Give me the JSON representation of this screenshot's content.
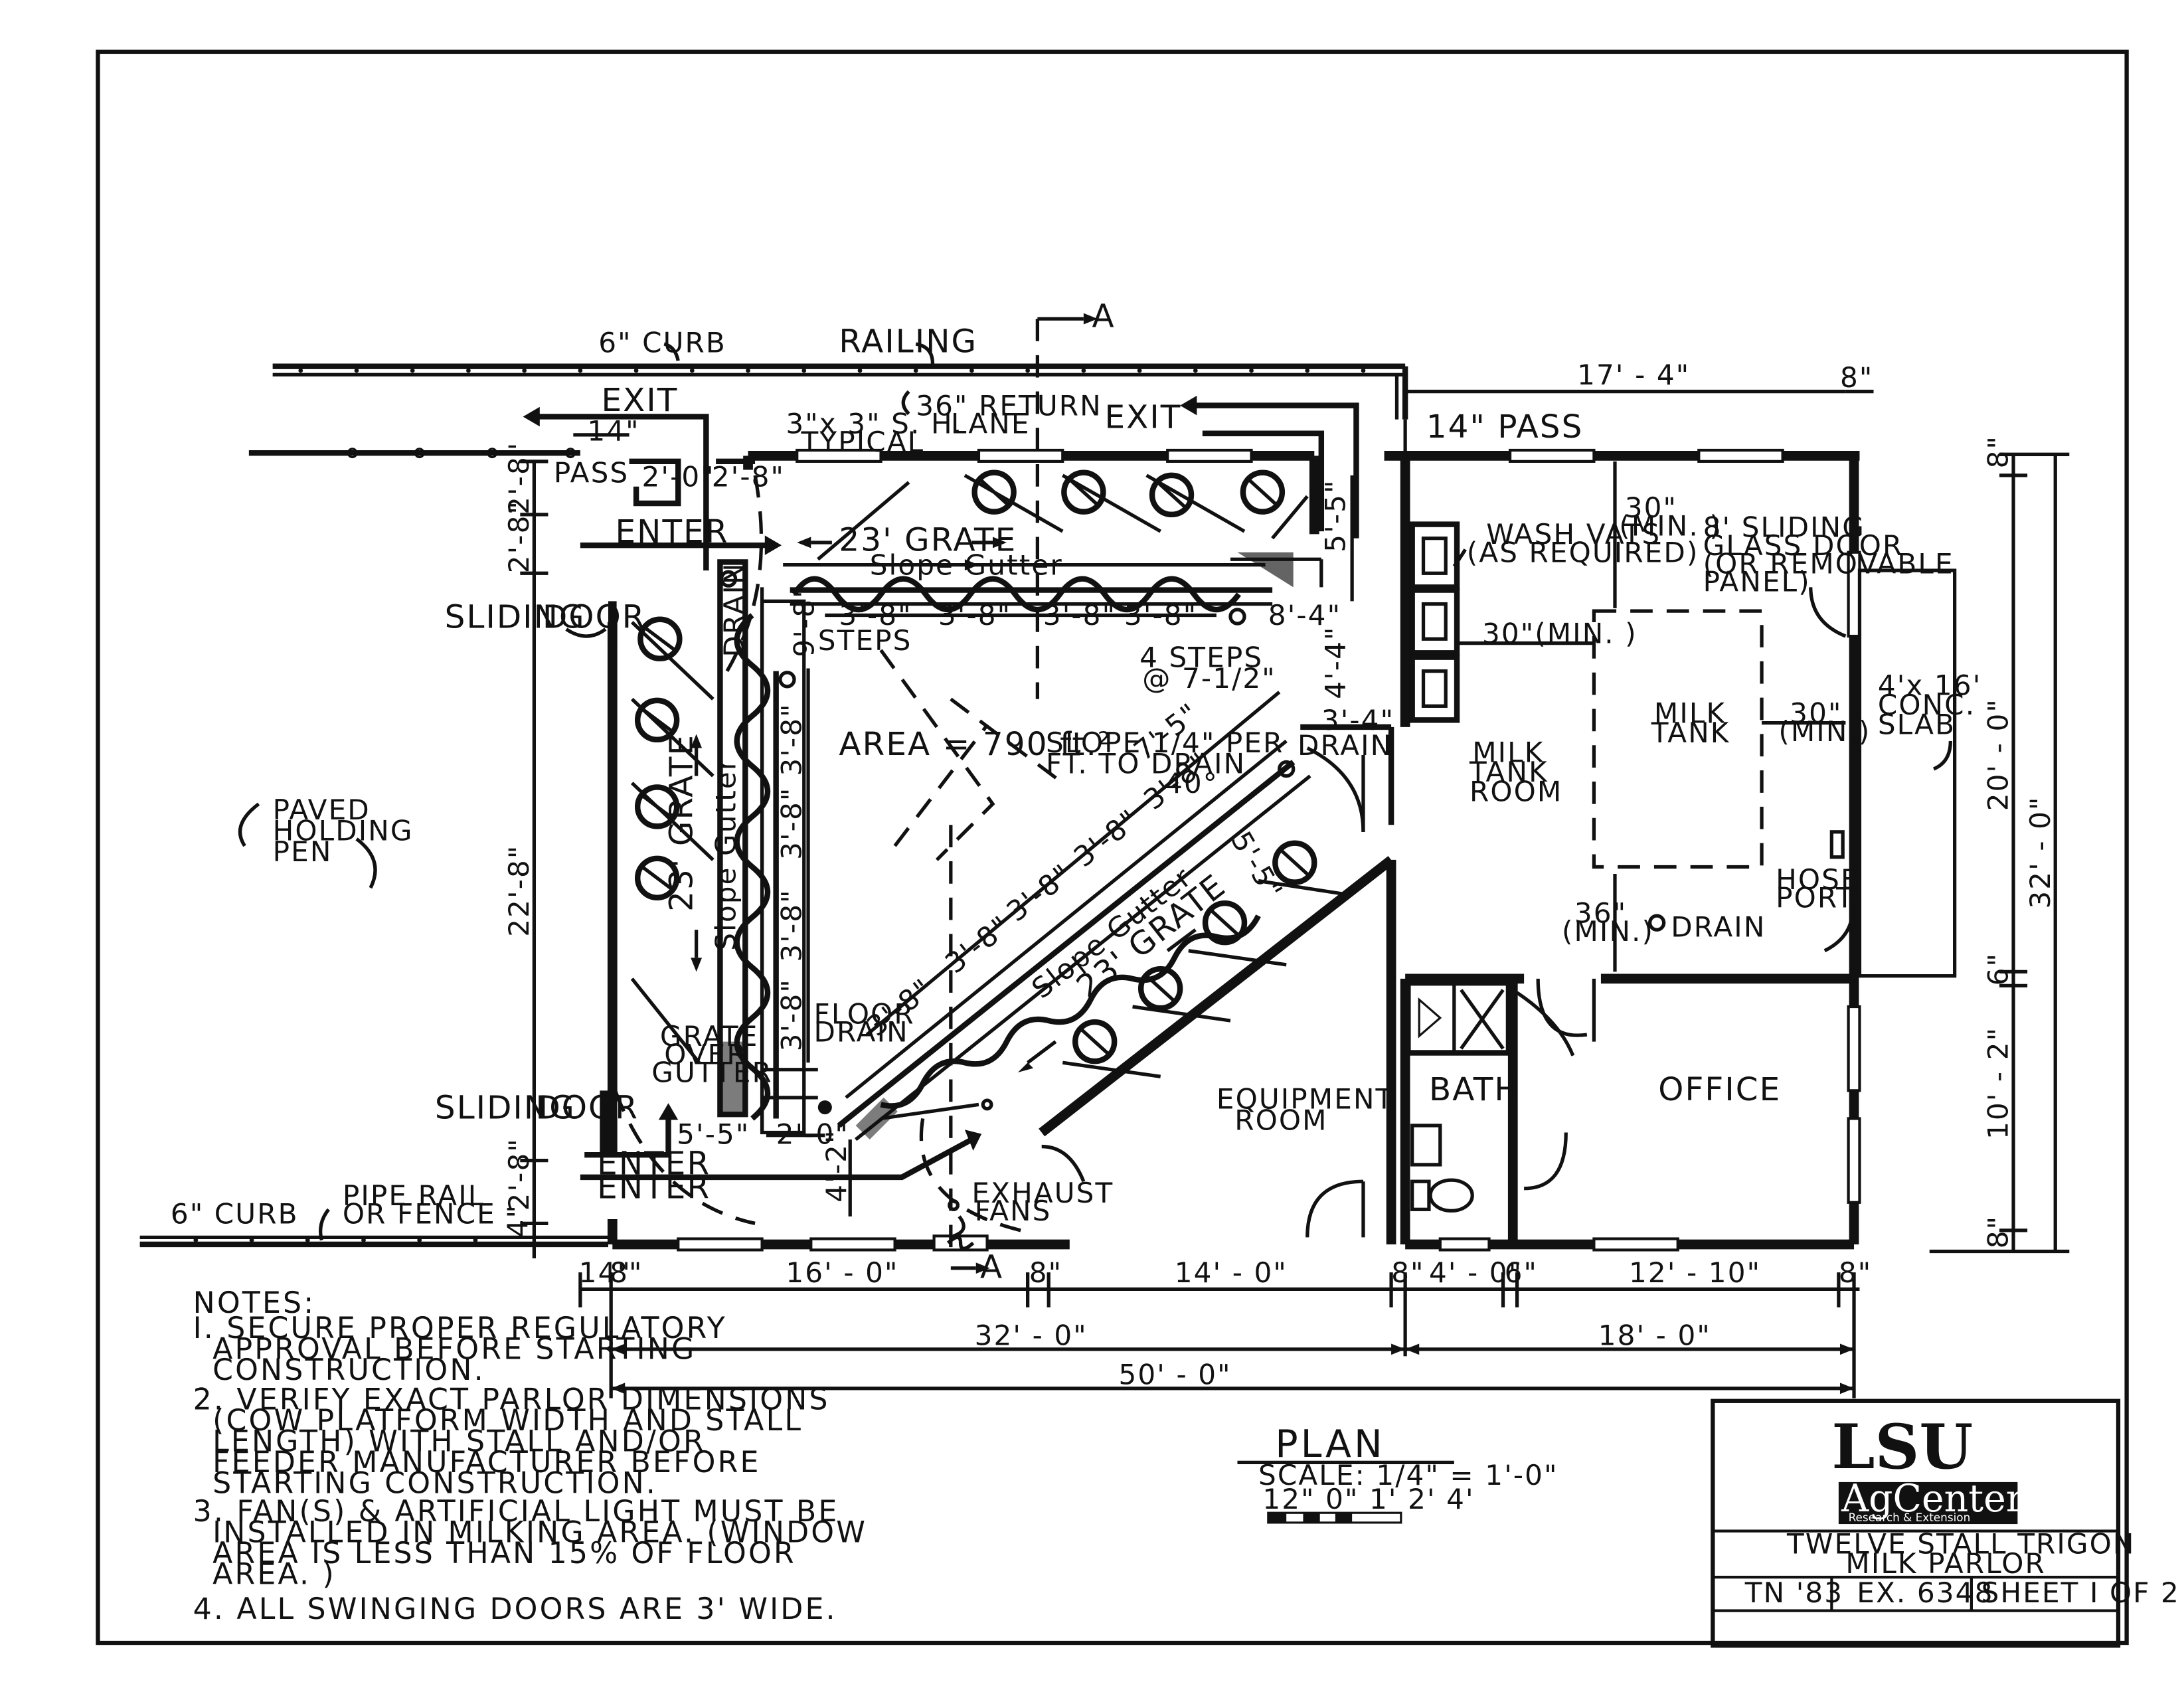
{
  "rooms": {
    "paved_holding_pen": "PAVED\nHOLDING\nPEN",
    "milk_tank_room": "MILK\nTANK\nROOM",
    "milk_tank": "MILK\nTANK",
    "equipment_room": "EQUIPMENT\nROOM",
    "bath": "BATH",
    "office": "OFFICE"
  },
  "labels": {
    "curb_top": "6\" CURB",
    "railing": "RAILING",
    "exit_left": "EXIT",
    "exit_right": "EXIT",
    "return_lane": "36\" RETURN\nLANE",
    "section_a": "A",
    "sh_typical": "3\"x 3\" S. H.\nTYPICAL",
    "pass_left": "PASS",
    "pass_14": "14\" PASS",
    "enter_top": "ENTER",
    "enter_bottom_1": "ENTER",
    "enter_bottom_2": "ENTER",
    "grate_top": "23' GRATE",
    "slope_gutter_top": "Slope Gutter",
    "slope_gutter_left": "Slope Gutter",
    "slope_gutter_diag": "Slope Gutter",
    "grate_left": "23' GRATE",
    "grate_diag": "23' GRATE",
    "drain_vert": "DRAIN",
    "drain_right": "DRAIN",
    "drain_milk": "DRAIN",
    "steps": "STEPS",
    "four_steps": "4 STEPS\n@ 7-1/2\"",
    "area": "AREA = 790 ft.²",
    "slope_note": "SLOPE 1/4\" PER\nFT. TO DRAIN",
    "sliding_door_top": "SLIDING",
    "door_top": "DOOR",
    "sliding_door_bottom": "SLIDING",
    "door_bottom": "DOOR",
    "grate_over_gutter": "GRATE\nOVER\nGUTTER",
    "floor_drain": "FLOOR\nDRAIN",
    "wash_vats": "WASH VATS\n(AS REQUIRED)",
    "sliding_glass": "8' SLIDING\nGLASS DOOR\n(OR REMOVABLE\nPANEL)",
    "conc_slab": "4'x 16'\nCONC.\nSLAB",
    "hose_port": "HOSE\nPORT",
    "exhaust_fans": "EXHAUST\nFANS",
    "curb_bottom": "6\" CURB",
    "pipe_rail": "PIPE RAIL\nOR FENCE",
    "min30_a": "30\"\n(MIN.)",
    "min30_b": "30\"(MIN. )",
    "min30_c": "30\"\n(MIN.)",
    "min36": "36\"\n(MIN.)",
    "angle40": "40°"
  },
  "dims": {
    "d17_4": "17' - 4\"",
    "d8_top": "8\"",
    "d14_top": "14\"",
    "d2_0_top": "2'-0\"",
    "d2_8_top": "2'-8\"",
    "d2_8_left1": "2'-8\"",
    "d2_8_left2": "2'-8\"",
    "d9_8": "9'-8\"",
    "d5_5_top": "5'-5\"",
    "d3_8_a": "3'-8\"",
    "d3_8_b": "3'-8\"",
    "d3_8_c": "3'-8\"",
    "d3_8_d": "3'-8\"",
    "d8_4": "8'-4\"",
    "d4_4": "4'-4\"",
    "d3_4": "3'-4\"",
    "d7_5": "7'-5\"",
    "d5_5_diag": "5'-5\"",
    "d3_8_v1": "3'-8\"",
    "d3_8_v2": "3'-8\"",
    "d3_8_v3": "3'-8\"",
    "d3_8_v4": "3'-8\"",
    "d22_8": "22'-8\"",
    "d2_8_bottom": "2'-8\"",
    "d4_bottom": "4\"",
    "d5_5_bottom": "5'-5\"",
    "d2_0_bottom": "2'-0\"",
    "d4_2": "4'-2\"",
    "d3_8_g1": "3'-8\"",
    "d3_8_g2": "3'-8\"",
    "d3_8_g3": "3'-8\"",
    "d3_8_g4": "3'-8\"",
    "d3_8_g5": "3'-8\"",
    "b14": "14\"",
    "b8a": "8\"",
    "b16_0": "16' - 0\"",
    "b8b": "8\"",
    "b14_0": "14' - 0\"",
    "b8c": "8\"",
    "b4_0": "4' - 0\"",
    "b6": "6\"",
    "b12_10": "12' - 10\"",
    "b8d": "8\"",
    "b32_0": "32' - 0\"",
    "b18_0": "18' - 0\"",
    "b50_0": "50' - 0\"",
    "r8_top": "8\"",
    "r20_0": "20' - 0\"",
    "r6": "6\"",
    "r10_2": "10' - 2\"",
    "r8_bottom": "8\"",
    "r32_0": "32' - 0\""
  },
  "notes": {
    "heading": "NOTES:",
    "items": [
      "I. SECURE PROPER REGULATORY\n   APPROVAL BEFORE STARTING\n   CONSTRUCTION.",
      "2. VERIFY EXACT PARLOR DIMENSIONS\n   (COW PLATFORM WIDTH AND STALL\n   LENGTH) WITH STALL AND/OR\n   FEEDER MANUFACTURER BEFORE\n   STARTING CONSTRUCTION.",
      "3. FAN(S)  & ARTIFICIAL LIGHT MUST BE\n   INSTALLED  IN MILKING AREA. (WINDOW\n   AREA IS LESS THAN 15%  OF FLOOR\n   AREA. )",
      "4. ALL SWINGING DOORS ARE 3' WIDE."
    ]
  },
  "plan_caption": {
    "title": "PLAN",
    "scale": "SCALE:  1/4\"  =  1'-0\"",
    "bar_labels": "12\"  0\"  1'  2'      4'"
  },
  "title_block": {
    "logo_main": "LSU",
    "logo_sub": "AgCenter",
    "logo_tag": "Research & Extension",
    "title_line1": "TWELVE  STALL  TRIGON",
    "title_line2": "MILK  PARLOR",
    "code": "TN '83",
    "ex": "EX. 6348",
    "sheet": "SHEET I OF 2"
  }
}
